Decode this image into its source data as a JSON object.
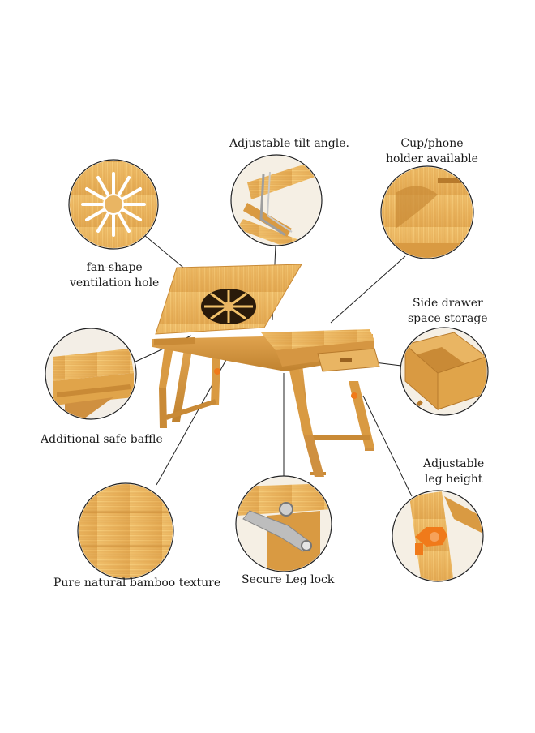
{
  "callouts": {
    "tilt": {
      "line1": "Adjustable tilt angle."
    },
    "cup": {
      "line1": "Cup/phone",
      "line2": "holder available"
    },
    "fan": {
      "line1": "fan-shape",
      "line2": "ventilation hole"
    },
    "drawer": {
      "line1": "Side drawer",
      "line2": "space storage"
    },
    "baffle": {
      "line1": "Additional safe baffle"
    },
    "leg_height": {
      "line1": "Adjustable",
      "line2": "leg height"
    },
    "texture": {
      "line1": "Pure natural bamboo texture"
    },
    "leg_lock": {
      "line1": "Secure Leg lock"
    }
  },
  "colors": {
    "bamboo_light": "#f2c16a",
    "bamboo_mid": "#e0a44a",
    "bamboo_dark": "#b77a2c",
    "accent_orange": "#f07a1a",
    "metal": "#b8b8b8"
  }
}
